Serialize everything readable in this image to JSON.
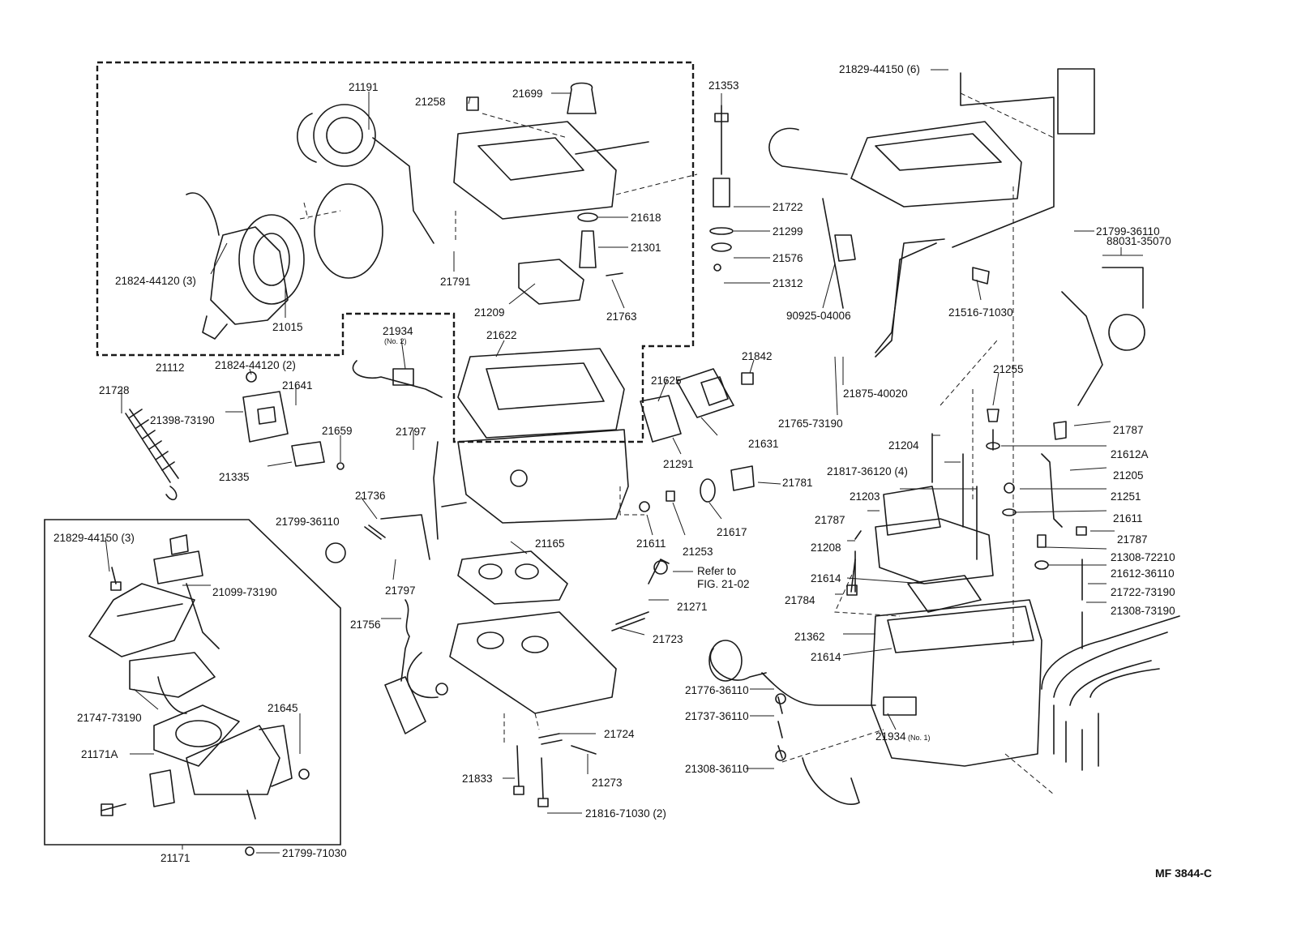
{
  "diagram_code": "MF 3844-C",
  "labels": {
    "l21191": "21191",
    "l21258": "21258",
    "l21699": "21699",
    "l21353": "21353",
    "l21829_44150_6": "21829-44150 (6)",
    "l21722": "21722",
    "l21618": "21618",
    "l21299": "21299",
    "l21301": "21301",
    "l21576": "21576",
    "l21312": "21312",
    "l90925_04006": "90925-04006",
    "l21791": "21791",
    "l21209": "21209",
    "l21763": "21763",
    "l21824_44120_3": "21824-44120 (3)",
    "l21015": "21015",
    "l21112": "21112",
    "l21799_36110_a": "21799-36110",
    "l88031_35070": "88031-35070",
    "l21516_71030": "21516-71030",
    "l21934_no2": "21934",
    "l21934_no2_sub": "(No. 2)",
    "l21622": "21622",
    "l21824_44120_2": "21824-44120 (2)",
    "l21641": "21641",
    "l21728": "21728",
    "l21398_73190": "21398-73190",
    "l21659": "21659",
    "l21335": "21335",
    "l21625": "21625",
    "l21842": "21842",
    "l21875_40020": "21875-40020",
    "l21765_73190": "21765-73190",
    "l21255": "21255",
    "l21631": "21631",
    "l21291": "21291",
    "l21797_a": "21797",
    "l21204": "21204",
    "l21787_a": "21787",
    "l21612A": "21612A",
    "l21817_36120_4": "21817-36120 (4)",
    "l21205": "21205",
    "l21781": "21781",
    "l21203": "21203",
    "l21251": "21251",
    "l21736": "21736",
    "l21799_36110_b": "21799-36110",
    "l21611_a": "21611",
    "l21253": "21253",
    "l21617": "21617",
    "l21787_b": "21787",
    "l21611_b": "21611",
    "l21787_c": "21787",
    "l21165": "21165",
    "l21208": "21208",
    "l21308_72210": "21308-72210",
    "l21829_44150_3": "21829-44150 (3)",
    "l21612_36110": "21612-36110",
    "l21099_73190": "21099-73190",
    "l21797_b": "21797",
    "refer_1": "Refer to",
    "refer_2": "FIG. 21-02",
    "l21614_a": "21614",
    "l21722_73190": "21722-73190",
    "l21784": "21784",
    "l21271": "21271",
    "l21756": "21756",
    "l21308_73190": "21308-73190",
    "l21723": "21723",
    "l21362": "21362",
    "l21614_b": "21614",
    "l21776_36110": "21776-36110",
    "l21747_73190": "21747-73190",
    "l21645": "21645",
    "l21724": "21724",
    "l21737_36110": "21737-36110",
    "l21934_no1": "21934",
    "l21934_no1_sub": "(No. 1)",
    "l21171A": "21171A",
    "l21308_36110": "21308-36110",
    "l21833": "21833",
    "l21273": "21273",
    "l21816_71030_2": "21816-71030 (2)",
    "l21171": "21171",
    "l21799_71030": "21799-71030"
  }
}
